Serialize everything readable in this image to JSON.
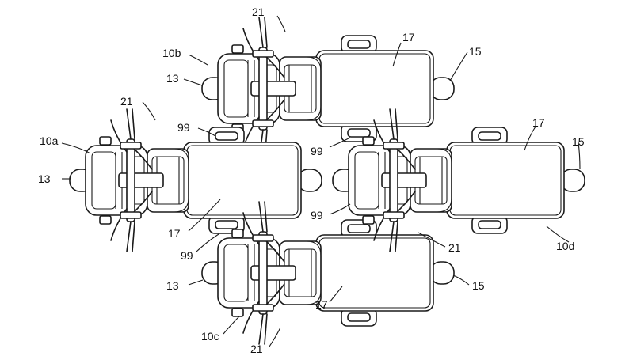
{
  "callouts": {
    "c10a": "10a",
    "c10b": "10b",
    "c10c": "10c",
    "c10d": "10d",
    "c13_b": "13",
    "c13_a": "13",
    "c13_c": "13",
    "c15_b": "15",
    "c15_d": "15",
    "c15_c": "15",
    "c17_b": "17",
    "c17_d": "17",
    "c17_a": "17",
    "c17_c": "17",
    "c21_b": "21",
    "c21_a": "21",
    "c21_d": "21",
    "c21_c": "21",
    "c99_1": "99",
    "c99_2": "99",
    "c99_3": "99",
    "c99_4": "99"
  }
}
